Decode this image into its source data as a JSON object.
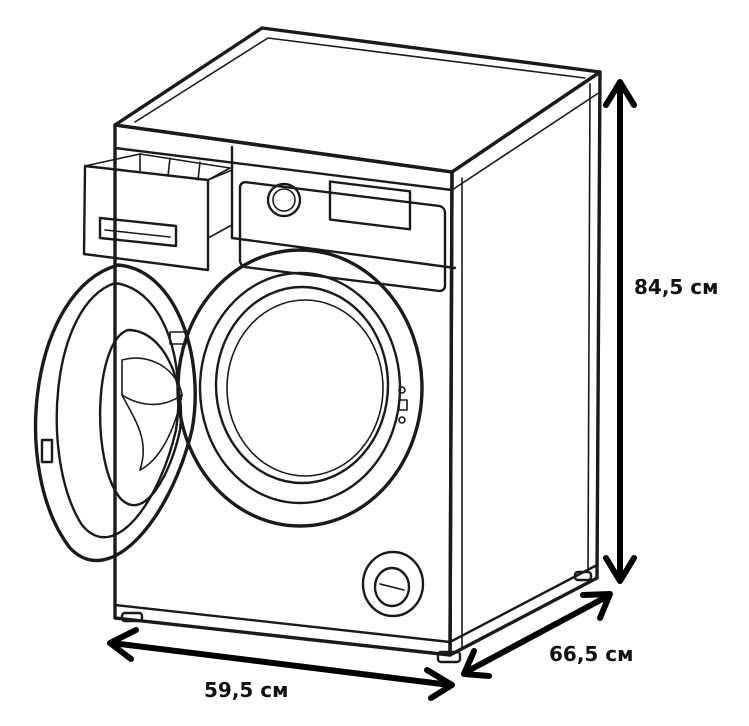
{
  "dimensions": {
    "height": "84,5 см",
    "width": "59,5 см",
    "depth": "66,5 см"
  },
  "colors": {
    "ink": "#1a1a1a",
    "background": "#ffffff"
  }
}
